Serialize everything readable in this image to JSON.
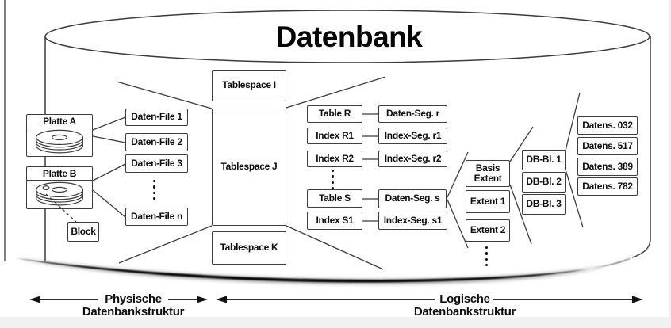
{
  "title": "Datenbank",
  "physical": {
    "disk_a": "Platte A",
    "disk_b": "Platte B",
    "block": "Block",
    "files": [
      "Daten-File 1",
      "Daten-File 2",
      "Daten-File 3",
      "Daten-File n"
    ]
  },
  "tablespaces": [
    "Tablespace I",
    "Tablespace J",
    "Tablespace K"
  ],
  "tables": [
    "Table R",
    "Index R1",
    "Index R2",
    "Table S",
    "Index S1"
  ],
  "segments": [
    "Daten-Seg. r",
    "Index-Seg. r1",
    "Index-Seg. r2",
    "Daten-Seg. s",
    "Index-Seg. s1"
  ],
  "extents": [
    "Basis Extent",
    "Extent 1",
    "Extent 2"
  ],
  "db_blocks": [
    "DB-Bl. 1",
    "DB-Bl. 2",
    "DB-Bl. 3"
  ],
  "records": [
    "Datens. 032",
    "Datens. 517",
    "Datens. 389",
    "Datens. 782"
  ],
  "legend": {
    "physical_line1": "Physische",
    "physical_line2": "Datenbankstruktur",
    "logical_line1": "Logische",
    "logical_line2": "Datenbankstruktur"
  },
  "colors": {
    "line": "#3c3c3c",
    "text": "#0d0d0d",
    "background": "#ffffff",
    "page_edge": "#f1f1f1"
  }
}
